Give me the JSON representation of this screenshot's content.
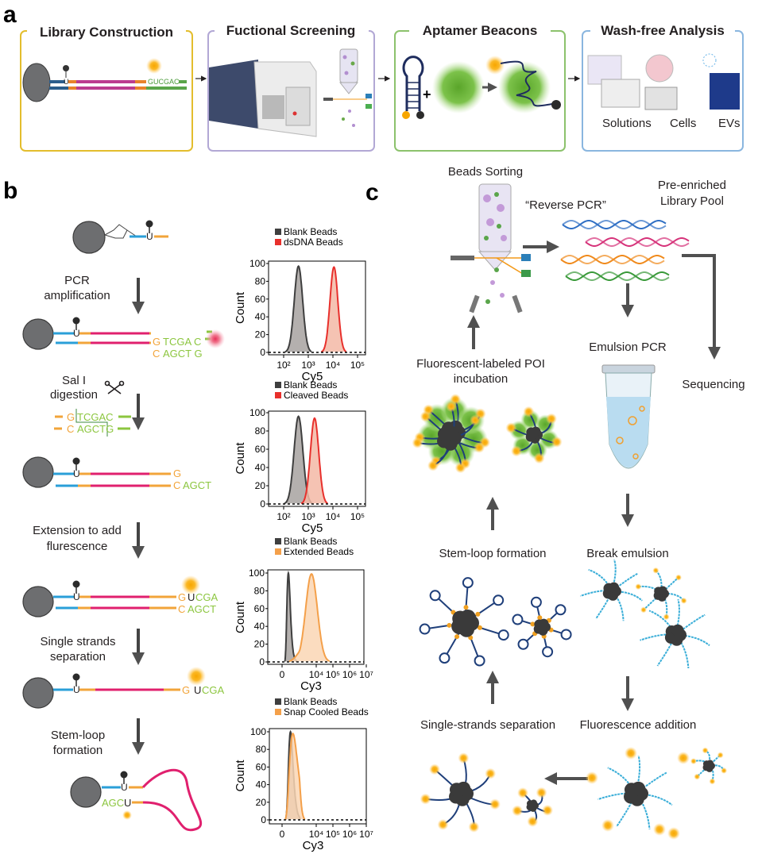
{
  "panel_labels": {
    "a": "a",
    "b": "b",
    "c": "c"
  },
  "panel_a": {
    "boxes": [
      {
        "title": "Library Construction",
        "color": "#e3bd2d"
      },
      {
        "title": "Fuctional Screening",
        "color": "#b2a8d5"
      },
      {
        "title": "Aptamer Beacons",
        "color": "#8cc26c"
      },
      {
        "title": "Wash-free Analysis",
        "color": "#8ab6df"
      }
    ],
    "library_seq": "GUCGAC",
    "plus": "+",
    "analysis_labels": [
      "Solutions",
      "Cells",
      "EVs"
    ]
  },
  "panel_b": {
    "steps": [
      {
        "line1": "PCR",
        "line2": "amplification"
      },
      {
        "line1": "Sal I",
        "line2": "digestion"
      },
      {
        "line1": "Extension to add",
        "line2": "flurescence"
      },
      {
        "line1": "Single strands",
        "line2": "separation"
      },
      {
        "line1": "Stem-loop",
        "line2": "formation"
      }
    ],
    "seqs": {
      "pcr_top_o": "G",
      "pcr_top_g": "TCGA C",
      "pcr_bot_o": "C",
      "pcr_bot_g": "AGCT G",
      "cut_top_o": "G",
      "cut_top_g": "TCGAC",
      "cut_bot_o": "C",
      "cut_bot_g": "AGCTG",
      "dig_top_o": "G",
      "dig_bot_o": "C",
      "dig_bot_g": "AGCT",
      "ext_top_o": "G",
      "ext_top_u": "U",
      "ext_top_g": "CGA",
      "ext_bot_o": "C",
      "ext_bot_g": "AGCT",
      "ss_o": "G",
      "ss_u": "U",
      "ss_g": "CGA",
      "loop_g": "AGC",
      "loop_u": "U",
      "u": "U"
    },
    "colors": {
      "blue": "#2a9fd8",
      "orange": "#f2a43a",
      "magenta": "#e0206e",
      "green": "#8cc63f",
      "bead": "#6d6e70"
    }
  },
  "chart_data": [
    {
      "type": "area",
      "xlabel": "Cy5",
      "ylabel": "Count",
      "x_scale": "log",
      "xlim": [
        30,
        150000
      ],
      "ylim": [
        0,
        100
      ],
      "xticks": [
        {
          "v": 100,
          "label": "10²"
        },
        {
          "v": 1000,
          "label": "10³"
        },
        {
          "v": 10000,
          "label": "10⁴"
        },
        {
          "v": 100000,
          "label": "10⁵"
        }
      ],
      "yticks": [
        0,
        20,
        40,
        60,
        80,
        100
      ],
      "legend": "top",
      "series": [
        {
          "name": "Blank Beads",
          "color": "#3f3f3f",
          "fill": "#a7a2a0",
          "peak_x": 400,
          "peak_count": 97,
          "spread_decades": 0.17
        },
        {
          "name": "dsDNA Beads",
          "color": "#e8302c",
          "fill": "#f3b8a6",
          "peak_x": 11000,
          "peak_count": 96,
          "spread_decades": 0.16
        }
      ]
    },
    {
      "type": "area",
      "xlabel": "Cy5",
      "ylabel": "Count",
      "x_scale": "log",
      "xlim": [
        30,
        150000
      ],
      "ylim": [
        0,
        100
      ],
      "xticks": [
        {
          "v": 100,
          "label": "10²"
        },
        {
          "v": 1000,
          "label": "10³"
        },
        {
          "v": 10000,
          "label": "10⁴"
        },
        {
          "v": 100000,
          "label": "10⁵"
        }
      ],
      "yticks": [
        0,
        20,
        40,
        60,
        80,
        100
      ],
      "legend": "top",
      "series": [
        {
          "name": "Blank Beads",
          "color": "#3f3f3f",
          "fill": "#a7a2a0",
          "peak_x": 400,
          "peak_count": 96,
          "spread_decades": 0.18
        },
        {
          "name": "Cleaved Beads",
          "color": "#e8302c",
          "fill": "#f3b8a6",
          "peak_x": 1800,
          "peak_count": 94,
          "spread_decades": 0.17
        }
      ]
    },
    {
      "type": "area",
      "xlabel": "Cy3",
      "ylabel": "Count",
      "x_scale": "biexponential",
      "xlim": [
        -800,
        12000000
      ],
      "ylim": [
        0,
        100
      ],
      "xticks": [
        {
          "v": 0,
          "label": "0"
        },
        {
          "v": 10000,
          "label": "10⁴"
        },
        {
          "v": 100000,
          "label": "10⁵"
        },
        {
          "v": 1000000,
          "label": "10⁶"
        },
        {
          "v": 10000000,
          "label": "10⁷"
        }
      ],
      "yticks": [
        0,
        20,
        40,
        60,
        80,
        100
      ],
      "legend": "top",
      "series": [
        {
          "name": "Blank Beads",
          "color": "#3f3f3f",
          "fill": "#a7a2a0",
          "peak_x": 360,
          "peak_count": 100,
          "spread_decades": 0.12
        },
        {
          "name": "Extended Beads",
          "color": "#f4a04a",
          "fill": "#fad6b4",
          "peak_x": 5200,
          "peak_count": 99,
          "spread_decades": 0.35
        }
      ]
    },
    {
      "type": "area",
      "xlabel": "Cy3",
      "ylabel": "Count",
      "x_scale": "biexponential",
      "xlim": [
        -800,
        12000000
      ],
      "ylim": [
        0,
        100
      ],
      "xticks": [
        {
          "v": 0,
          "label": "0"
        },
        {
          "v": 10000,
          "label": "10⁴"
        },
        {
          "v": 100000,
          "label": "10⁵"
        },
        {
          "v": 1000000,
          "label": "10⁶"
        },
        {
          "v": 10000000,
          "label": "10⁷"
        }
      ],
      "yticks": [
        0,
        20,
        40,
        60,
        80,
        100
      ],
      "legend": "top",
      "series": [
        {
          "name": "Blank Beads",
          "color": "#3f3f3f",
          "fill": "#a7a2a0",
          "peak_x": 480,
          "peak_count": 100,
          "spread_decades": 0.12
        },
        {
          "name": "Snap Cooled Beads",
          "color": "#f4a04a",
          "fill": "#fad6b4",
          "peak_x": 620,
          "peak_count": 98,
          "spread_decades": 0.17
        }
      ]
    }
  ],
  "panel_c": {
    "beads_sorting": "Beads Sorting",
    "reverse_pcr": "“Reverse PCR”",
    "pool_line1": "Pre-enriched",
    "pool_line2": "Library Pool",
    "emulsion_pcr": "Emulsion PCR",
    "sequencing": "Sequencing",
    "poi_line1": "Fluorescent-labeled POI",
    "poi_line2": "incubation",
    "stem_loop": "Stem-loop formation",
    "break_emulsion": "Break emulsion",
    "ss_separation": "Single-strands separation",
    "fluor_addition": "Fluorescence addition",
    "dna_colors": [
      "#2f6fc4",
      "#d6337a",
      "#f08a1c",
      "#3a9a3a"
    ]
  }
}
